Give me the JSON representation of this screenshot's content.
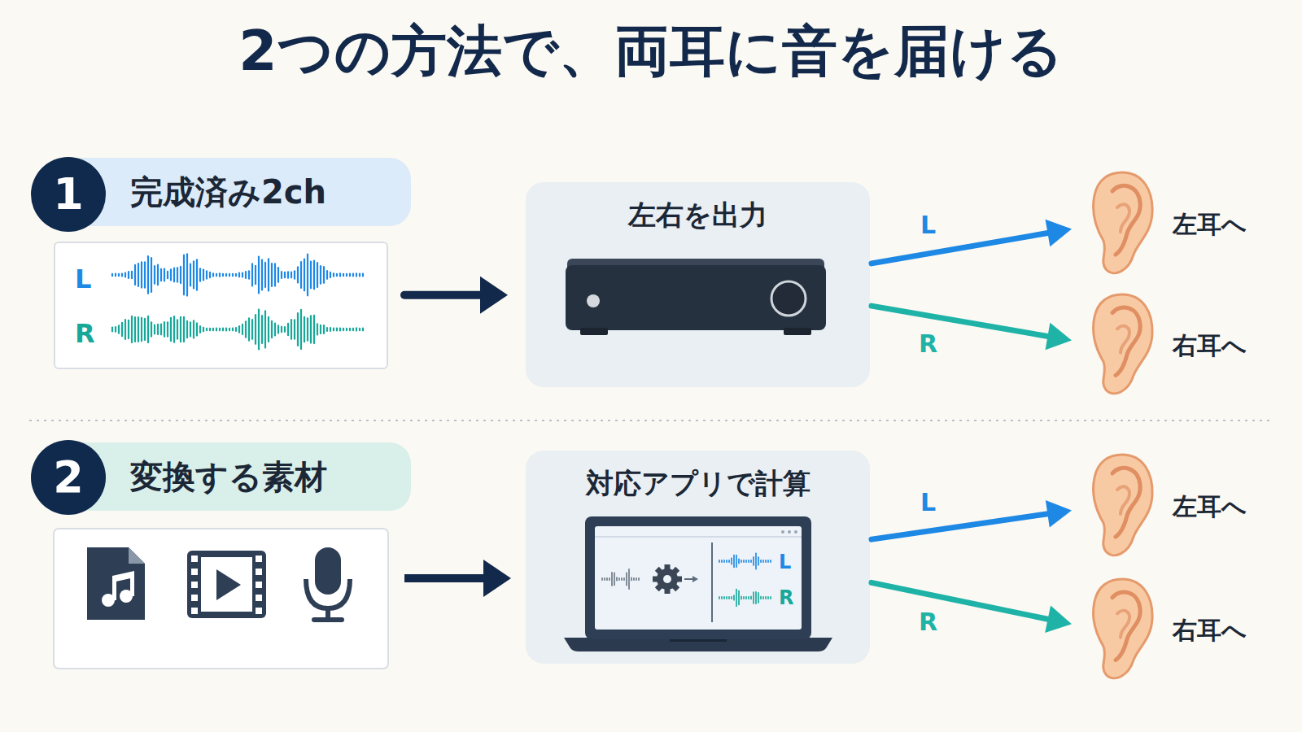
{
  "diagram": {
    "title": "2つの方法で、両耳に音を届ける",
    "nodes": [
      {
        "text": [
          "1"
        ]
      },
      {
        "text": [
          "完成済み2ch"
        ]
      },
      {
        "text": [
          "L",
          "R"
        ]
      },
      {
        "text": [
          "左右を出力"
        ]
      },
      {
        "text": [
          "左耳へ"
        ]
      },
      {
        "text": [
          "右耳へ"
        ]
      },
      {
        "text": [
          "2"
        ]
      },
      {
        "text": [
          "変換する素材"
        ]
      },
      {
        "text": [
          "対応アプリで計算"
        ]
      },
      {
        "text": [
          "左耳へ"
        ]
      },
      {
        "text": [
          "右耳へ"
        ]
      }
    ],
    "edges": [
      {
        "from": 2,
        "to": 3,
        "arrow": "to"
      },
      {
        "from": 3,
        "to": 4,
        "label": "L",
        "arrow": "to"
      },
      {
        "from": 3,
        "to": 5,
        "label": "R",
        "arrow": "to"
      },
      {
        "from": 8,
        "to": 9,
        "label": "L",
        "arrow": "to"
      },
      {
        "from": 8,
        "to": 10,
        "label": "R",
        "arrow": "to"
      }
    ],
    "labels": [
      "L",
      "R"
    ]
  }
}
